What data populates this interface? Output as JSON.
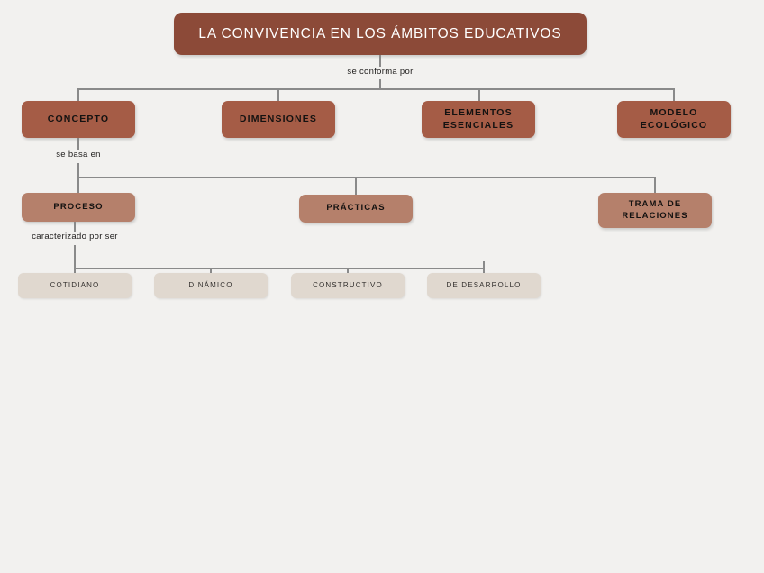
{
  "diagram": {
    "background_color": "#f2f1ef",
    "connector_color": "#8a8a8a",
    "title": {
      "text": "LA CONVIVENCIA EN LOS ÁMBITOS EDUCATIVOS",
      "color": "#8c4a38",
      "text_color": "#ffffff"
    },
    "edge_labels": {
      "se_conforma_por": "se conforma por",
      "se_basa_en": "se basa en",
      "caracterizado_por_ser": "caracterizado por ser"
    },
    "level2": {
      "color": "#a55c46",
      "nodes": [
        {
          "text": "CONCEPTO"
        },
        {
          "text": "DIMENSIONES"
        },
        {
          "text": "ELEMENTOS\nESENCIALES"
        },
        {
          "text": "MODELO\nECOLÓGICO"
        }
      ]
    },
    "level3": {
      "color": "#b5806b",
      "nodes": [
        {
          "text": "PROCESO"
        },
        {
          "text": "PRÁCTICAS"
        },
        {
          "text": "TRAMA DE\nRELACIONES"
        }
      ]
    },
    "leaves": {
      "color": "#e0d8cf",
      "nodes": [
        {
          "text": "COTIDIANO"
        },
        {
          "text": "DINÁMICO"
        },
        {
          "text": "CONSTRUCTIVO"
        },
        {
          "text": "DE DESARROLLO"
        }
      ]
    }
  }
}
